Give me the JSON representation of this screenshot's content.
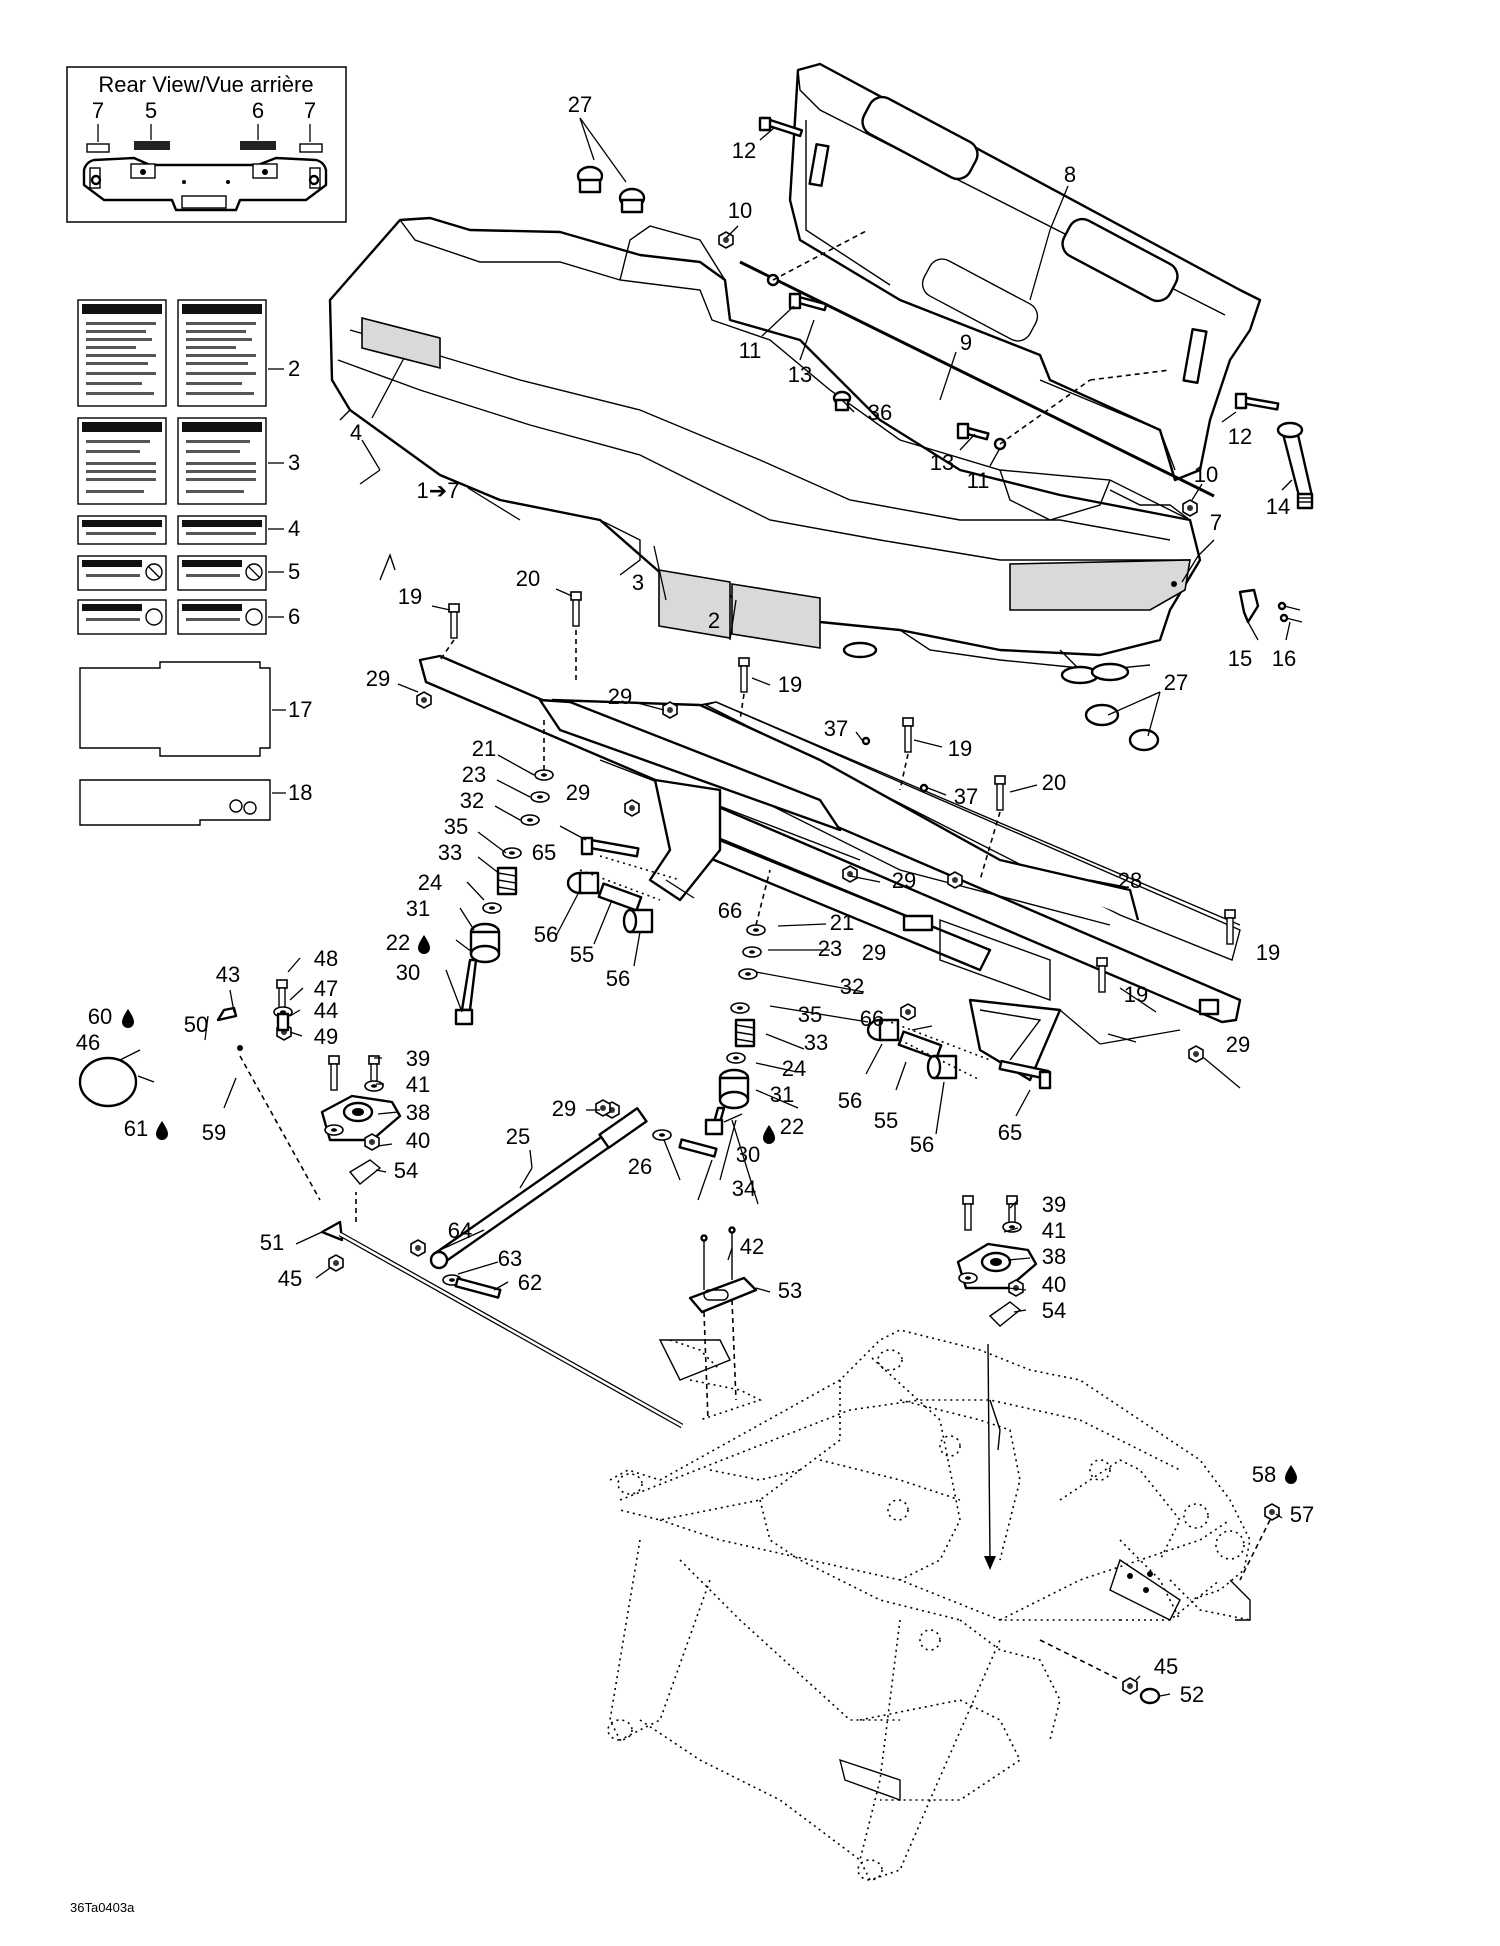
{
  "inset": {
    "title": "Rear View/Vue arrière",
    "labels": [
      "7",
      "5",
      "6",
      "7"
    ]
  },
  "drawing_code": "36Ta0403a",
  "callouts": [
    {
      "id": "c2",
      "text": "2"
    },
    {
      "id": "c3",
      "text": "3"
    },
    {
      "id": "c4",
      "text": "4"
    },
    {
      "id": "c5",
      "text": "5"
    },
    {
      "id": "c6",
      "text": "6"
    },
    {
      "id": "c17",
      "text": "17"
    },
    {
      "id": "c18",
      "text": "18"
    },
    {
      "id": "c27a",
      "text": "27"
    },
    {
      "id": "c12a",
      "text": "12"
    },
    {
      "id": "c8",
      "text": "8"
    },
    {
      "id": "c10a",
      "text": "10"
    },
    {
      "id": "c11a",
      "text": "11"
    },
    {
      "id": "c13a",
      "text": "13"
    },
    {
      "id": "c9",
      "text": "9"
    },
    {
      "id": "c36",
      "text": "36"
    },
    {
      "id": "c12b",
      "text": "12"
    },
    {
      "id": "c13b",
      "text": "13"
    },
    {
      "id": "c11b",
      "text": "11"
    },
    {
      "id": "c10b",
      "text": "10"
    },
    {
      "id": "c14",
      "text": "14"
    },
    {
      "id": "c7",
      "text": "7"
    },
    {
      "id": "c4b",
      "text": "4"
    },
    {
      "id": "c17r",
      "text": "1➔7"
    },
    {
      "id": "c3b",
      "text": "3"
    },
    {
      "id": "c2b",
      "text": "2"
    },
    {
      "id": "c15",
      "text": "15"
    },
    {
      "id": "c16",
      "text": "16"
    },
    {
      "id": "c27b",
      "text": "27"
    },
    {
      "id": "c19a",
      "text": "19"
    },
    {
      "id": "c20a",
      "text": "20"
    },
    {
      "id": "c29a",
      "text": "29"
    },
    {
      "id": "c19b",
      "text": "19"
    },
    {
      "id": "c29b",
      "text": "29"
    },
    {
      "id": "c37a",
      "text": "37"
    },
    {
      "id": "c19c",
      "text": "19"
    },
    {
      "id": "c37b",
      "text": "37"
    },
    {
      "id": "c20b",
      "text": "20"
    },
    {
      "id": "c21a",
      "text": "21"
    },
    {
      "id": "c23a",
      "text": "23"
    },
    {
      "id": "c32a",
      "text": "32"
    },
    {
      "id": "c29c",
      "text": "29"
    },
    {
      "id": "c35a",
      "text": "35"
    },
    {
      "id": "c65a",
      "text": "65"
    },
    {
      "id": "c33a",
      "text": "33"
    },
    {
      "id": "c24a",
      "text": "24"
    },
    {
      "id": "c31a",
      "text": "31"
    },
    {
      "id": "c22a",
      "text": "22"
    },
    {
      "id": "c30a",
      "text": "30"
    },
    {
      "id": "c56a",
      "text": "56"
    },
    {
      "id": "c55a",
      "text": "55"
    },
    {
      "id": "c56b",
      "text": "56"
    },
    {
      "id": "c66a",
      "text": "66"
    },
    {
      "id": "c29d",
      "text": "29"
    },
    {
      "id": "c28",
      "text": "28"
    },
    {
      "id": "c21b",
      "text": "21"
    },
    {
      "id": "c23b",
      "text": "23"
    },
    {
      "id": "c29e",
      "text": "29"
    },
    {
      "id": "c32b",
      "text": "32"
    },
    {
      "id": "c19d",
      "text": "19"
    },
    {
      "id": "c19e",
      "text": "19"
    },
    {
      "id": "c35b",
      "text": "35"
    },
    {
      "id": "c66b",
      "text": "66"
    },
    {
      "id": "c33b",
      "text": "33"
    },
    {
      "id": "c29f",
      "text": "29"
    },
    {
      "id": "c24b",
      "text": "24"
    },
    {
      "id": "c31b",
      "text": "31"
    },
    {
      "id": "c56c",
      "text": "56"
    },
    {
      "id": "c55b",
      "text": "55"
    },
    {
      "id": "c56d",
      "text": "56"
    },
    {
      "id": "c65b",
      "text": "65"
    },
    {
      "id": "c29g",
      "text": "29"
    },
    {
      "id": "c22b",
      "text": "22"
    },
    {
      "id": "c30b",
      "text": "30"
    },
    {
      "id": "c26",
      "text": "26"
    },
    {
      "id": "c34",
      "text": "34"
    },
    {
      "id": "c25",
      "text": "25"
    },
    {
      "id": "c43",
      "text": "43"
    },
    {
      "id": "c48",
      "text": "48"
    },
    {
      "id": "c47",
      "text": "47"
    },
    {
      "id": "c50",
      "text": "50"
    },
    {
      "id": "c44",
      "text": "44"
    },
    {
      "id": "c60",
      "text": "60"
    },
    {
      "id": "c49",
      "text": "49"
    },
    {
      "id": "c46",
      "text": "46"
    },
    {
      "id": "c39a",
      "text": "39"
    },
    {
      "id": "c41a",
      "text": "41"
    },
    {
      "id": "c38a",
      "text": "38"
    },
    {
      "id": "c40a",
      "text": "40"
    },
    {
      "id": "c61",
      "text": "61"
    },
    {
      "id": "c59",
      "text": "59"
    },
    {
      "id": "c54a",
      "text": "54"
    },
    {
      "id": "c51",
      "text": "51"
    },
    {
      "id": "c64",
      "text": "64"
    },
    {
      "id": "c63",
      "text": "63"
    },
    {
      "id": "c62",
      "text": "62"
    },
    {
      "id": "c45a",
      "text": "45"
    },
    {
      "id": "c42",
      "text": "42"
    },
    {
      "id": "c53",
      "text": "53"
    },
    {
      "id": "c39b",
      "text": "39"
    },
    {
      "id": "c41b",
      "text": "41"
    },
    {
      "id": "c38b",
      "text": "38"
    },
    {
      "id": "c40b",
      "text": "40"
    },
    {
      "id": "c54b",
      "text": "54"
    },
    {
      "id": "c58",
      "text": "58"
    },
    {
      "id": "c57",
      "text": "57"
    },
    {
      "id": "c45b",
      "text": "45"
    },
    {
      "id": "c52",
      "text": "52"
    }
  ]
}
